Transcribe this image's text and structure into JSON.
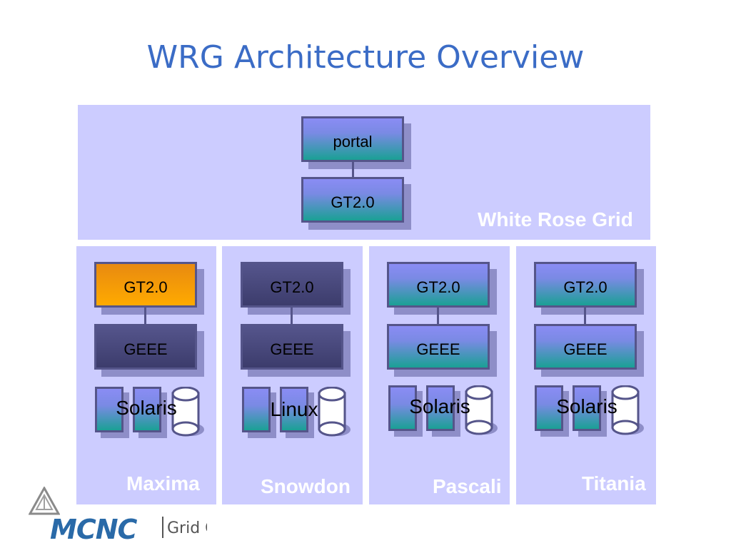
{
  "title": "WRG Architecture Overview",
  "top_panel": {
    "label": "White Rose Grid",
    "nodes": [
      "portal",
      "GT2.0"
    ]
  },
  "clusters": [
    {
      "name": "Maxima",
      "gt": "GT2.0",
      "geee": "GEEE",
      "os": "Solaris",
      "gt_style": "orange"
    },
    {
      "name": "Snowdon",
      "gt": "GT2.0",
      "geee": "GEEE",
      "os": "Linux",
      "gt_style": "dark"
    },
    {
      "name": "Pascali",
      "gt": "GT2.0",
      "geee": "GEEE",
      "os": "Solaris",
      "gt_style": "teal"
    },
    {
      "name": "Titania",
      "gt": "GT2.0",
      "geee": "GEEE",
      "os": "Solaris",
      "gt_style": "teal"
    }
  ],
  "logo": {
    "name": "MCNC",
    "subtitle": "Grid C"
  }
}
